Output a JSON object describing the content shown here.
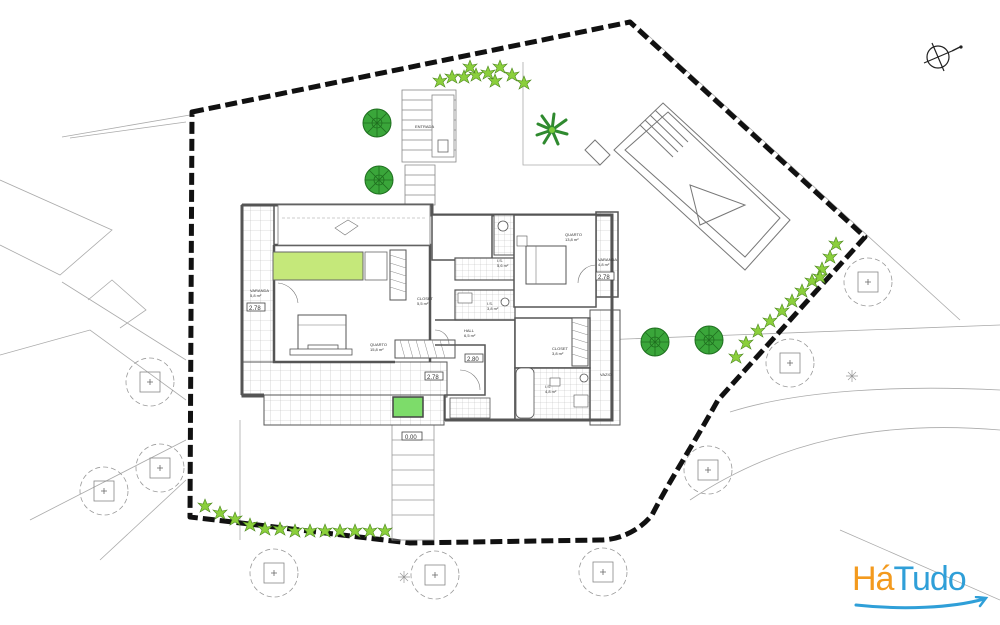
{
  "plan": {
    "rooms": {
      "bedroom_top_title": "QUARTO",
      "bedroom_top_area": "13,8 m²",
      "bedroom_main_title": "QUARTO",
      "bedroom_main_area": "15,8 m²",
      "wc_top_title": "I.S.",
      "wc_top_area": "5,6 m²",
      "wc_mid_title": "I.S.",
      "wc_mid_area": "3,8 m²",
      "closet_left_title": "CLOSET",
      "closet_left_area": "5,5 m²",
      "hall_title": "HALL",
      "hall_area": "6,5 m²",
      "closet_right_title": "CLOSET",
      "closet_right_area": "3,8 m²",
      "wc_bottom_title": "I.S.",
      "wc_bottom_area": "4,8 m²",
      "varanda_left_title": "VARANDA",
      "varanda_left_area": "5,8 m²",
      "varanda_right_title": "VARANDA",
      "varanda_right_area": "4,8 m²",
      "vazio_label": "VAZIO",
      "entrada_label": "ENTRADA"
    },
    "levels": {
      "left": "2.78",
      "right": "2.78",
      "stair": "2.78",
      "hall": "2.80",
      "path": "0.00"
    }
  },
  "logo": {
    "part1": "Há",
    "part2": "Tudo",
    "color1": "#f39a1e",
    "color2": "#2f9fd8"
  },
  "colors": {
    "wall": "#555555",
    "boundary": "#111111",
    "tree": "#3aa63a",
    "highlight": "#c5e87a",
    "pool": "#7ddc6a",
    "hedge": "#8bcf3c"
  }
}
